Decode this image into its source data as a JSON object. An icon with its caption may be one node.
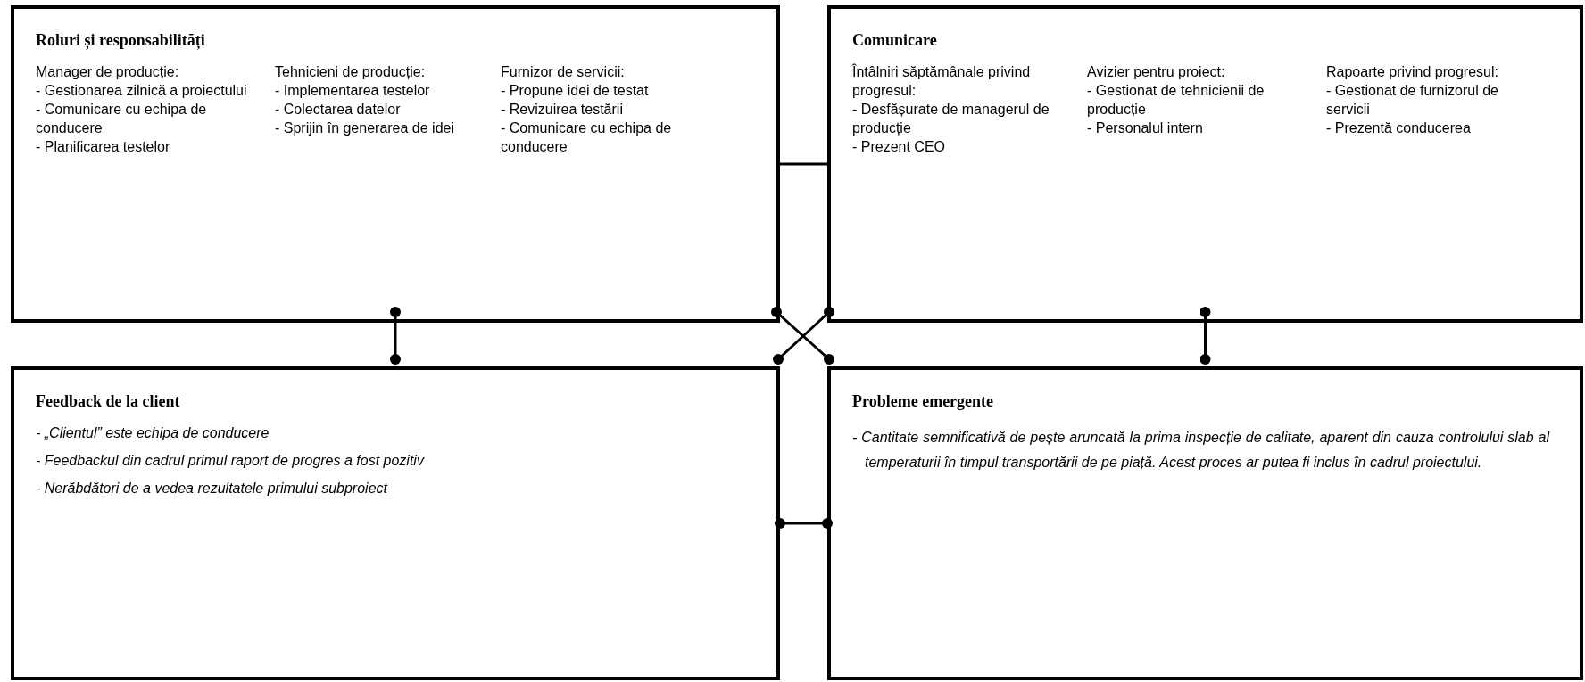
{
  "diagram": {
    "nodes": [
      {
        "text": [
          "Roluri și responsabilități",
          "Manager de producție:",
          "- Gestionarea zilnică a proiectului",
          "- Comunicare cu echipa de conducere",
          "- Planificarea testelor",
          "Tehnicieni de producție:",
          "- Implementarea testelor",
          "- Colectarea datelor",
          "- Sprijin în generarea de idei",
          "Furnizor de servicii:",
          "- Propune idei de testat",
          "- Revizuirea testării",
          "- Comunicare cu echipa de conducere"
        ]
      },
      {
        "text": [
          "Comunicare",
          "Întâlniri săptămânale privind progresul:",
          "- Desfășurate de managerul de producție",
          "- Prezent CEO",
          "Avizier pentru proiect:",
          "- Gestionat de tehnicienii de producție",
          "- Personalul intern",
          "Rapoarte privind progresul:",
          "- Gestionat de furnizorul de servicii",
          "- Prezentă conducerea"
        ]
      },
      {
        "text": [
          "Feedback de la client",
          "- „Clientul” este echipa de conducere",
          "- Feedbackul din cadrul primul raport de progres a fost pozitiv",
          "- Nerăbdători de a vedea rezultatele primului subproiect"
        ]
      },
      {
        "text": [
          "Probleme emergente",
          "- Cantitate semnificativă de pește aruncată la prima inspecție de calitate, aparent din cauza controlului slab al temperaturii în timpul transportării de pe piață. Acest proces ar putea fi inclus în cadrul proiectului."
        ]
      }
    ],
    "edges": [
      {
        "from": 0,
        "to": 1,
        "arrow": "none"
      },
      {
        "from": 0,
        "to": 2,
        "arrow": "other"
      },
      {
        "from": 0,
        "to": 3,
        "arrow": "other"
      },
      {
        "from": 1,
        "to": 2,
        "arrow": "other"
      },
      {
        "from": 1,
        "to": 3,
        "arrow": "other"
      },
      {
        "from": 2,
        "to": 3,
        "arrow": "other"
      }
    ]
  }
}
